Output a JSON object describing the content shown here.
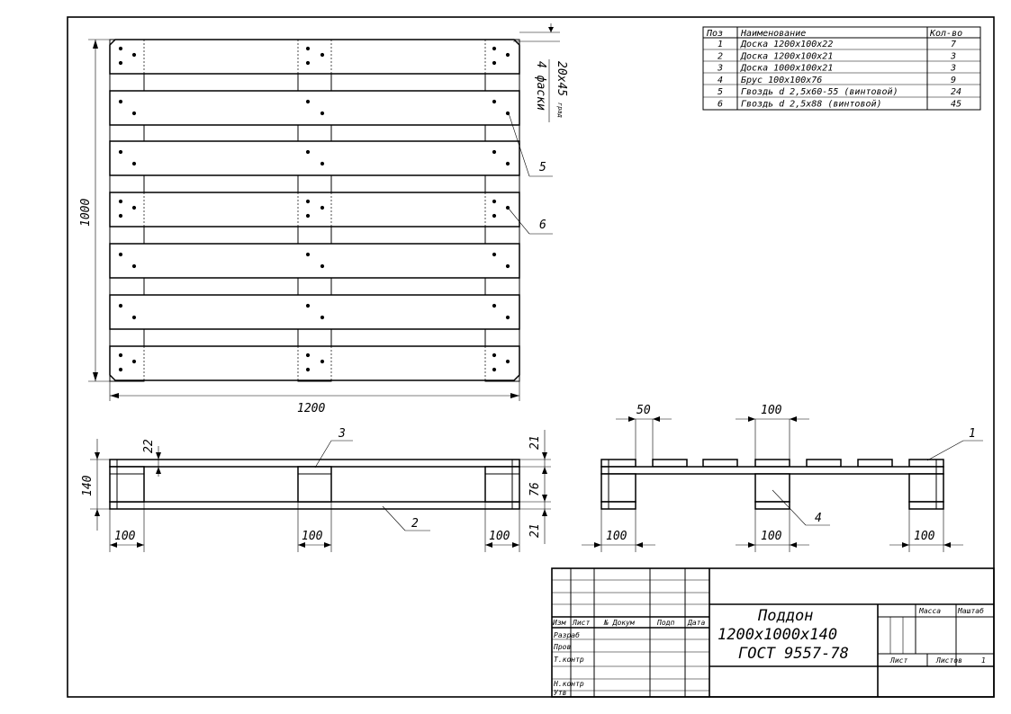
{
  "title_block": {
    "name_line1": "Поддон",
    "name_line2": "1200x1000x140",
    "name_line3": "ГОСТ 9557-78",
    "col_izm": "Изм",
    "col_list": "Лист",
    "col_dokum": "№ Докум",
    "col_podp": "Подп",
    "col_data": "Дата",
    "row_razrab": "Разраб",
    "row_prov": "Пров",
    "row_tkontr": "Т.контр",
    "row_nkontr": "Н.контр",
    "row_utv": "Утв",
    "massa": "Масса",
    "masshtab": "Маштаб",
    "list": "Лист",
    "listov": "Листов",
    "listov_val": "1"
  },
  "parts_table": {
    "headers": [
      "Поз",
      "Наименование",
      "Кол-во"
    ],
    "rows": [
      {
        "pos": "1",
        "name": "Доска 1200x100x22",
        "qty": "7"
      },
      {
        "pos": "2",
        "name": "Доска 1200x100x21",
        "qty": "3"
      },
      {
        "pos": "3",
        "name": "Доска 1000x100x21",
        "qty": "3"
      },
      {
        "pos": "4",
        "name": "Брус 100x100x76",
        "qty": "9"
      },
      {
        "pos": "5",
        "name": "Гвоздь d 2,5x60-55 (винтовой)",
        "qty": "24"
      },
      {
        "pos": "6",
        "name": "Гвоздь d 2,5x88 (винтовой)",
        "qty": "45"
      }
    ]
  },
  "plan_view": {
    "dim_width": "1200",
    "dim_height": "1000",
    "chamfer_label": "4 фаски",
    "chamfer_size": "20x45",
    "chamfer_sub": "град",
    "callout_5": "5",
    "callout_6": "6"
  },
  "side_view": {
    "dim_22": "22",
    "dim_140": "140",
    "dim_21_top": "21",
    "dim_76": "76",
    "dim_21_bottom": "21",
    "dim_100_a": "100",
    "dim_100_b": "100",
    "dim_100_c": "100",
    "callout_3": "3",
    "callout_2": "2"
  },
  "end_view": {
    "dim_50": "50",
    "dim_100_top": "100",
    "dim_100_a": "100",
    "dim_100_b": "100",
    "dim_100_c": "100",
    "callout_1": "1",
    "callout_4": "4"
  }
}
